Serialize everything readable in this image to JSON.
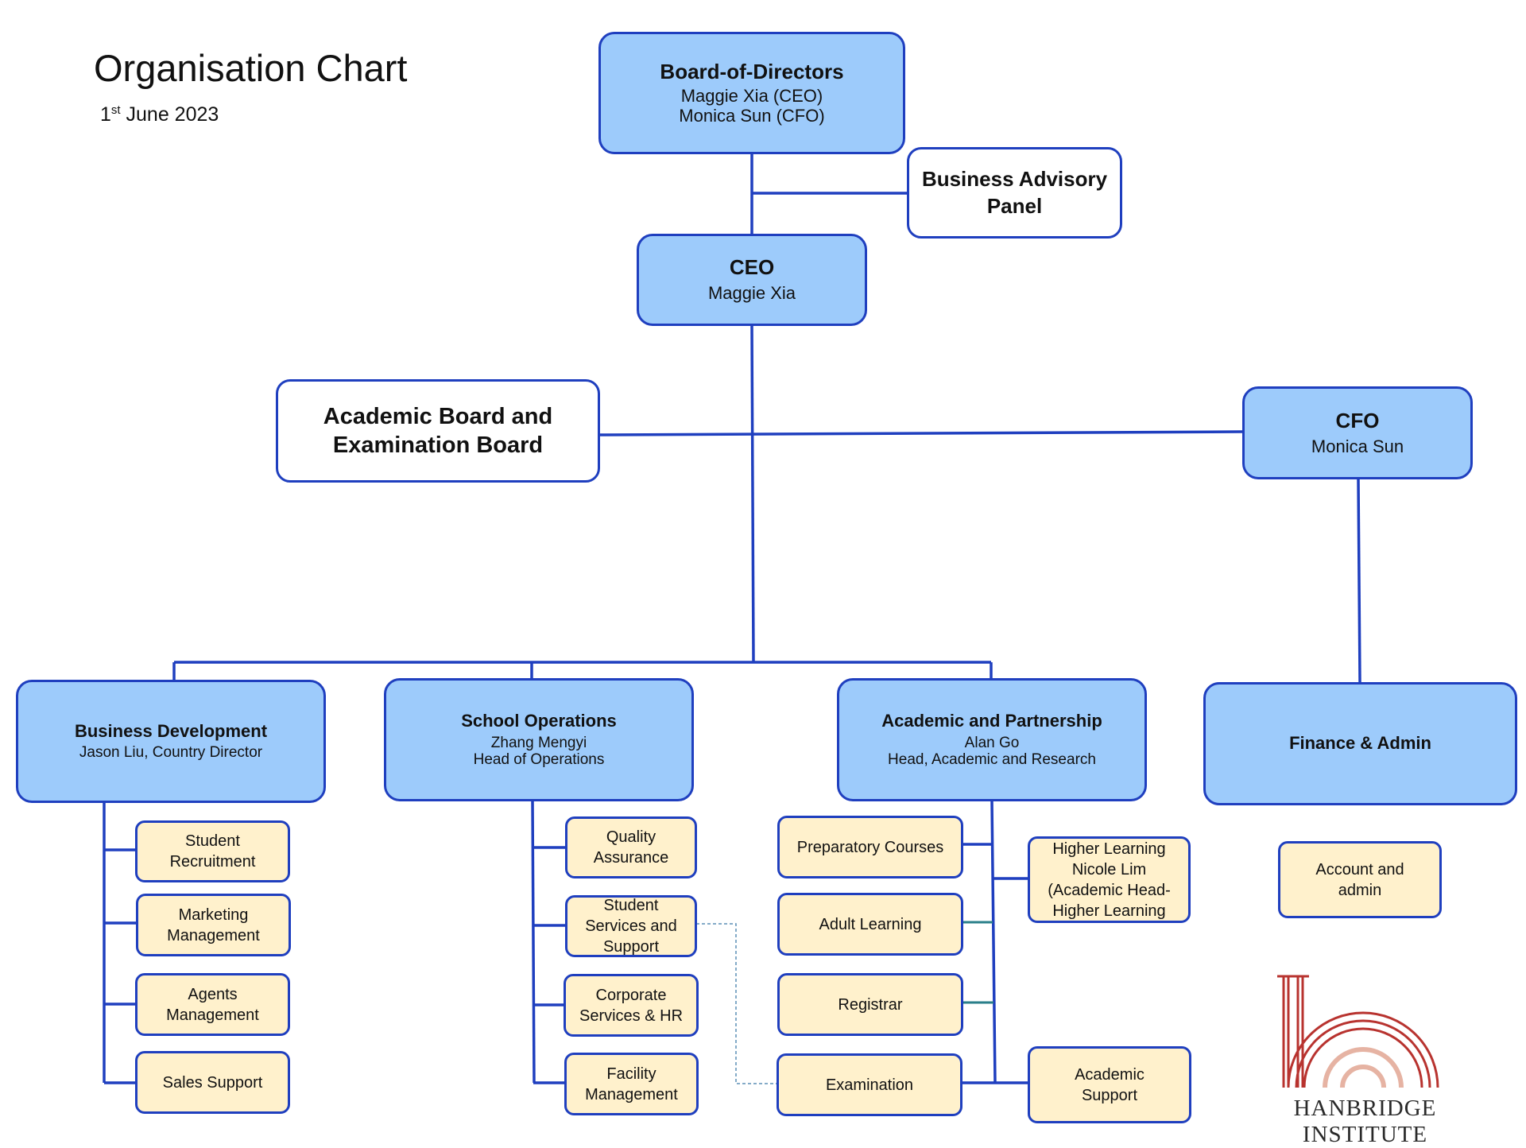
{
  "header": {
    "title": "Organisation Chart",
    "date_day": "1",
    "date_suffix": "st",
    "date_rest": " June 2023"
  },
  "board": {
    "title": "Board-of-Directors",
    "line1": "Maggie Xia (CEO)",
    "line2": "Monica Sun (CFO)"
  },
  "advisory": {
    "line1": "Business Advisory",
    "line2": "Panel"
  },
  "ceo": {
    "title": "CEO",
    "name": "Maggie Xia"
  },
  "academic_board": {
    "line1": "Academic Board and",
    "line2": "Examination Board"
  },
  "cfo": {
    "title": "CFO",
    "name": "Monica Sun"
  },
  "departments": {
    "business_development": {
      "title": "Business Development",
      "subtitle": "Jason Liu, Country Director",
      "units": [
        {
          "line1": "Student",
          "line2": "Recruitment"
        },
        {
          "line1": "Marketing",
          "line2": "Management"
        },
        {
          "line1": "Agents",
          "line2": "Management"
        },
        {
          "line1": "Sales Support"
        }
      ]
    },
    "school_operations": {
      "title": "School Operations",
      "line1": "Zhang Mengyi",
      "line2": "Head of Operations",
      "units": [
        {
          "line1": "Quality",
          "line2": "Assurance"
        },
        {
          "line1": "Student",
          "line2": "Services and",
          "line3": "Support"
        },
        {
          "line1": "Corporate",
          "line2": "Services & HR"
        },
        {
          "line1": "Facility",
          "line2": "Management"
        }
      ]
    },
    "academic_partnership": {
      "title": "Academic and Partnership",
      "line1": "Alan Go",
      "line2": "Head, Academic and Research",
      "left_units": [
        {
          "line1": "Preparatory Courses"
        },
        {
          "line1": "Adult Learning"
        },
        {
          "line1": "Registrar"
        },
        {
          "line1": "Examination"
        }
      ],
      "right_units": [
        {
          "line1": "Higher Learning",
          "line2": "Nicole Lim",
          "line3": "(Academic Head-",
          "line4": "Higher Learning"
        },
        {
          "line1": "Academic",
          "line2": "Support"
        }
      ]
    },
    "finance_admin": {
      "title": "Finance & Admin",
      "units": [
        {
          "line1": "Account and",
          "line2": "admin"
        }
      ]
    }
  },
  "logo": {
    "text": "HANBRIDGE INSTITUTE",
    "color_primary": "#b8332f",
    "color_secondary": "#e6b3a3"
  },
  "colors": {
    "line": "#1f3fbf",
    "dept_fill": "#9dcbfb",
    "unit_fill": "#fff1cc",
    "dotted": "#5b8fb5",
    "teal": "#2a7f8a"
  }
}
